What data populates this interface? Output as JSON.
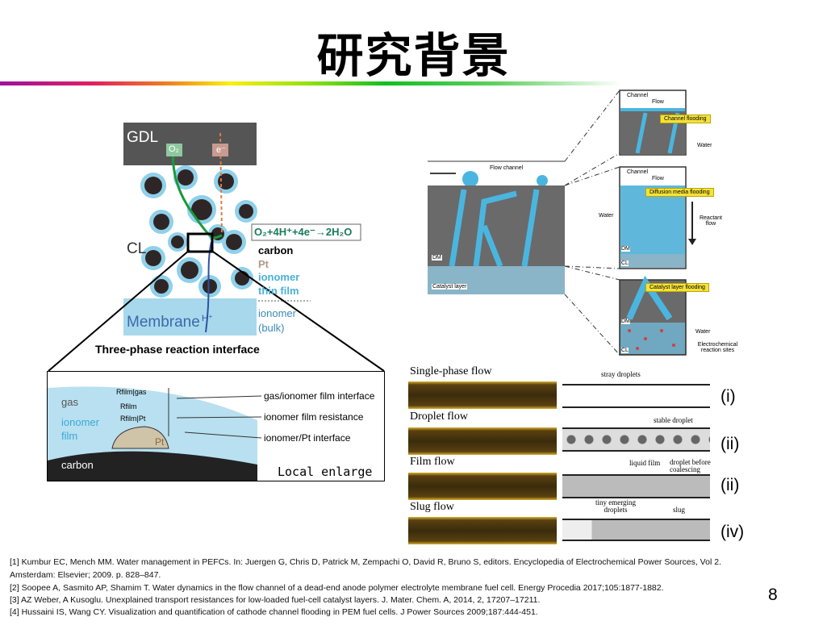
{
  "title": "研究背景",
  "left_figure": {
    "gdl": "GDL",
    "o2": "O₂",
    "e": "e⁻",
    "cl": "CL",
    "membrane": "Membrane",
    "h": "H⁺",
    "reaction": "O₂+4H⁺+4e⁻→2H₂O",
    "carbon": "carbon",
    "pt": "Pt",
    "ionomer_thin_film_1": "ionomer",
    "ionomer_thin_film_2": "thin film",
    "ionomer_bulk_1": "ionomer",
    "ionomer_bulk_2": "(bulk)",
    "caption": "Three-phase reaction interface"
  },
  "enlarge": {
    "gas": "gas",
    "ionomer_film_1": "ionomer",
    "ionomer_film_2": "film",
    "carbon": "carbon",
    "pt": "Pt",
    "r_film_gas": "Rfilm|gas",
    "r_film": "Rfilm",
    "r_film_pt": "Rfilm|Pt",
    "label_1": "gas/ionomer film interface",
    "label_2": "ionomer film resistance",
    "label_3": "ionomer/Pt interface",
    "caption": "Local enlarge"
  },
  "flooding": {
    "flow_channel": "Flow channel",
    "dm": "DM",
    "catalyst_layer": "Catalyst layer",
    "channel": "Channel",
    "flow": "Flow",
    "channel_flooding": "Channel flooding",
    "water": "Water",
    "diffusion_media_flooding": "Diffusion media flooding",
    "reactant_flow": "Reactant flow",
    "cl": "CL",
    "catalyst_layer_flooding": "Catalyst layer flooding",
    "reaction_sites": "Electrochemical reaction sites"
  },
  "regimes": [
    {
      "name": "Single-phase flow",
      "roman": "(i)",
      "notes": [
        "stray droplets"
      ]
    },
    {
      "name": "Droplet flow",
      "roman": "(ii)",
      "notes": [
        "stable droplet"
      ]
    },
    {
      "name": "Film flow",
      "roman": "(ii)",
      "notes": [
        "liquid film",
        "droplet before coalescing",
        "tiny emerging droplets"
      ]
    },
    {
      "name": "Slug flow",
      "roman": "(iv)",
      "notes": [
        "slug"
      ]
    }
  ],
  "references": [
    "[1] Kumbur EC, Mench MM. Water management in PEFCs. In: Juergen G, Chris D, Patrick M, Zempachi O, David R, Bruno S, editors. Encyclopedia of Electrochemical Power Sources, Vol 2.",
    "Amsterdam: Elsevier; 2009. p. 828–847.",
    "[2] Soopee A, Sasmito AP, Shamim T. Water dynamics in the flow channel of a dead-end anode polymer electrolyte membrane fuel cell. Energy Procedia 2017;105:1877-1882.",
    "[3] AZ Weber, A Kusoglu. Unexplained transport resistances for low-loaded fuel-cell catalyst layers. J. Mater. Chem. A, 2014, 2, 17207–17211.",
    "[4] Hussaini IS, Wang CY. Visualization and quantification of cathode channel flooding in PEM fuel cells. J Power Sources 2009;187:444-451."
  ],
  "page_number": "8"
}
